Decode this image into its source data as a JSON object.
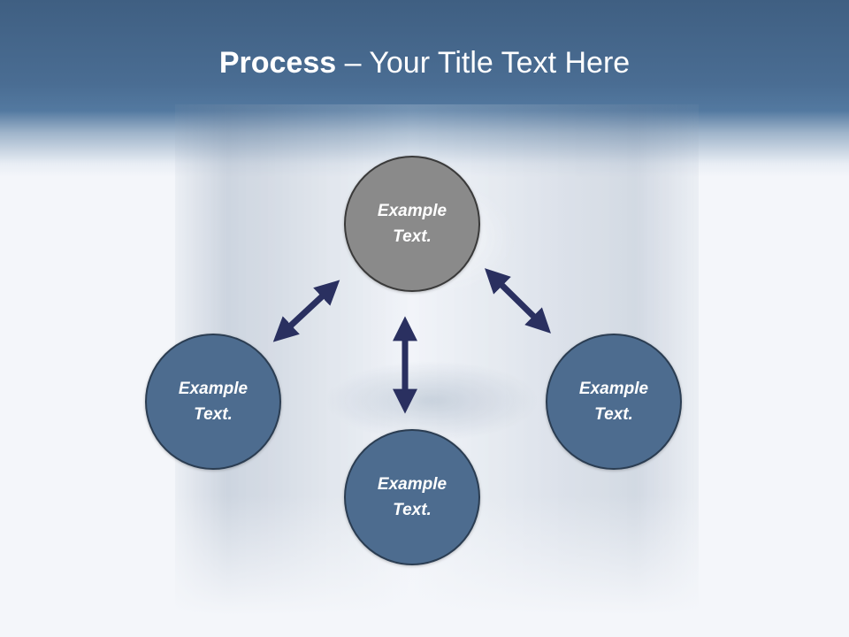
{
  "title": {
    "bold": "Process",
    "rest": " – Your Title Text Here"
  },
  "nodes": {
    "top": {
      "line1": "Example",
      "line2": "Text."
    },
    "left": {
      "line1": "Example",
      "line2": "Text."
    },
    "right": {
      "line1": "Example",
      "line2": "Text."
    },
    "bottom": {
      "line1": "Example",
      "line2": "Text."
    }
  },
  "colors": {
    "header": "#4a6d93",
    "node_active": "#8a8a8a",
    "node": "#4d6c8f",
    "arrow": "#2a3060"
  },
  "icons": {
    "arrows": "double-headed-arrow"
  }
}
